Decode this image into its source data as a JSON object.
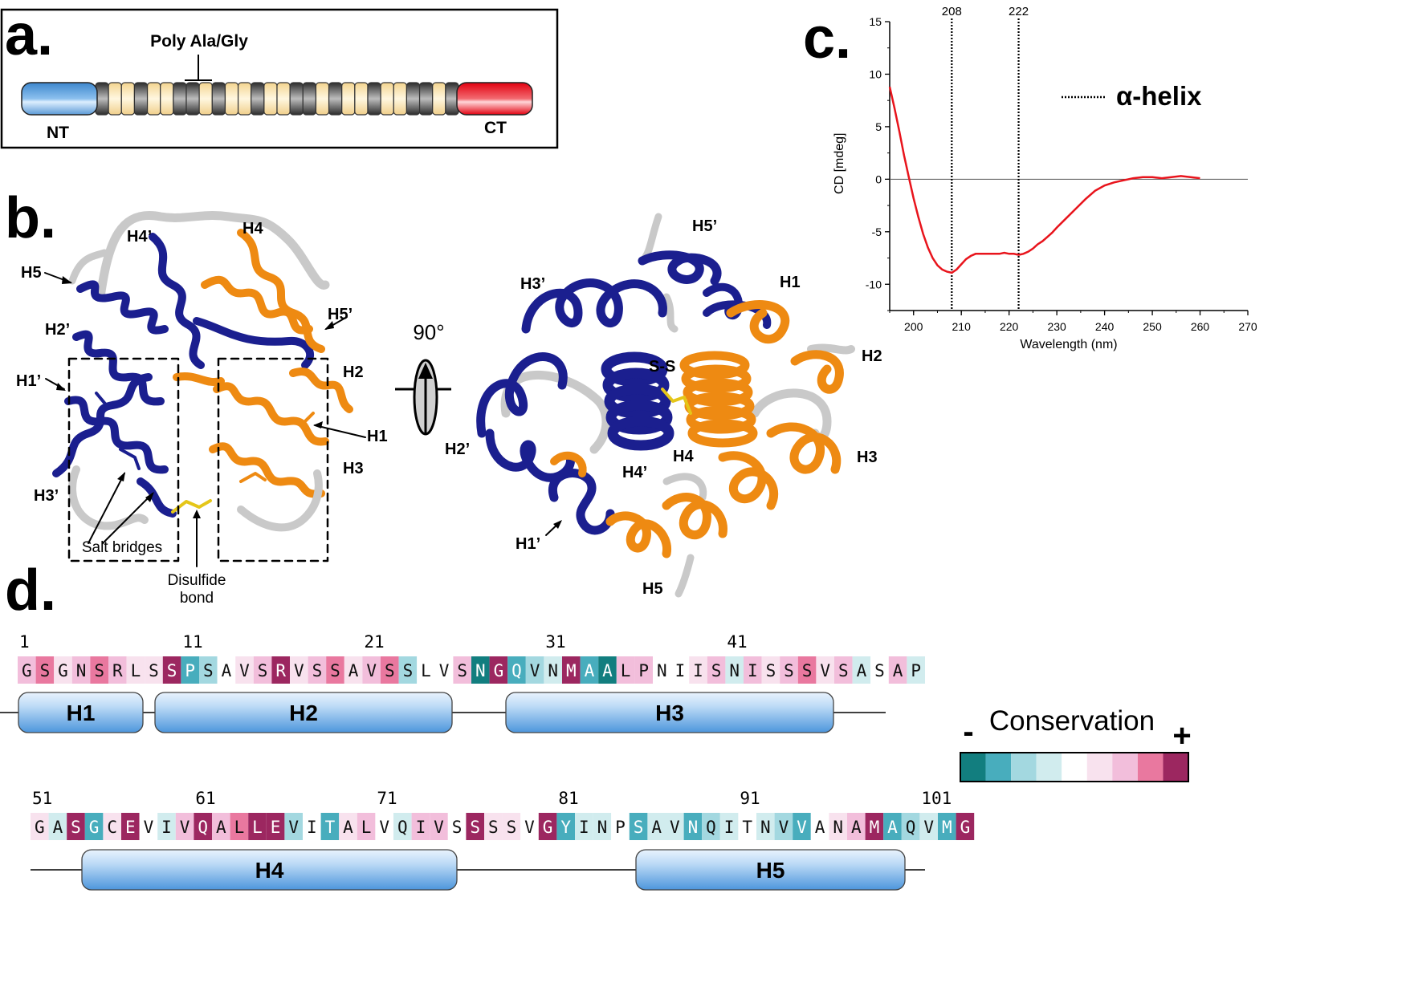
{
  "panels": {
    "a": "a.",
    "b": "b.",
    "c": "c.",
    "d": "d."
  },
  "panel_a": {
    "poly_label": "Poly Ala/Gly",
    "nt_label": "NT",
    "ct_label": "CT",
    "colors": {
      "nt": "#4a90d0",
      "ct": "#e3000f",
      "repeat_light": "#f5dba0",
      "repeat_dark": "#3a3a3a"
    }
  },
  "panel_b": {
    "left_labels": [
      "H4’",
      "H4",
      "H5",
      "H2’",
      "H5’",
      "H1’",
      "H2",
      "H1",
      "H3",
      "H3’"
    ],
    "salt_bridges": "Salt bridges",
    "disulfide_line1": "Disulfide",
    "disulfide_line2": "bond",
    "rotation": "90°",
    "right_labels": [
      "H5’",
      "H3’",
      "H1",
      "S-S",
      "H2",
      "H2’",
      "H4’",
      "H4",
      "H3",
      "H1’",
      "H5"
    ],
    "colors": {
      "chain_a": "#1b1f8f",
      "chain_b": "#ee8a12",
      "loop": "#cccccc"
    }
  },
  "chart_data": {
    "type": "line",
    "xlabel": "Wavelength (nm)",
    "ylabel": "CD [mdeg]",
    "xlim": [
      195,
      270
    ],
    "ylim": [
      -12.5,
      15
    ],
    "xticks": [
      200,
      210,
      220,
      230,
      240,
      250,
      260,
      270
    ],
    "yticks": [
      15,
      10,
      5,
      0,
      -5,
      -10
    ],
    "vlines": [
      {
        "x": 208,
        "label": "208"
      },
      {
        "x": 222,
        "label": "222"
      }
    ],
    "legend": "α-helix",
    "series": [
      {
        "color": "#e8141c",
        "x": [
          195,
          196,
          197,
          198,
          199,
          200,
          201,
          202,
          203,
          204,
          205,
          206,
          207,
          208,
          209,
          210,
          211,
          212,
          213,
          214,
          215,
          216,
          217,
          218,
          219,
          220,
          221,
          222,
          223,
          224,
          225,
          226,
          227,
          228,
          229,
          230,
          232,
          234,
          236,
          238,
          240,
          242,
          244,
          246,
          248,
          250,
          252,
          254,
          256,
          258,
          260
        ],
        "y": [
          8.8,
          6.8,
          4.6,
          2.3,
          0.2,
          -1.8,
          -3.6,
          -5.2,
          -6.5,
          -7.5,
          -8.2,
          -8.6,
          -8.8,
          -8.9,
          -8.6,
          -8.1,
          -7.6,
          -7.3,
          -7.1,
          -7.1,
          -7.1,
          -7.1,
          -7.1,
          -7.1,
          -7.0,
          -7.1,
          -7.1,
          -7.2,
          -7.1,
          -6.9,
          -6.6,
          -6.2,
          -5.9,
          -5.5,
          -5.1,
          -4.6,
          -3.7,
          -2.8,
          -1.9,
          -1.1,
          -0.6,
          -0.3,
          -0.1,
          0.1,
          0.2,
          0.2,
          0.1,
          0.2,
          0.3,
          0.2,
          0.1
        ]
      }
    ]
  },
  "panel_d": {
    "row1": {
      "numbers": [
        "1",
        "11",
        "21",
        "31",
        "41"
      ],
      "sequence": [
        "G",
        "S",
        "G",
        "N",
        "S",
        "R",
        "L",
        "S",
        "S",
        "P",
        "S",
        "A",
        "V",
        "S",
        "R",
        "V",
        "S",
        "S",
        "A",
        "V",
        "S",
        "S",
        "L",
        "V",
        "S",
        "N",
        "G",
        "Q",
        "V",
        "N",
        "M",
        "A",
        "A",
        "L",
        "P",
        "N",
        "I",
        "I",
        "S",
        "N",
        "I",
        "S",
        "S",
        "S",
        "V",
        "S",
        "A",
        "S",
        "A",
        "P"
      ],
      "conservation": [
        6,
        7,
        5,
        6,
        7,
        6,
        5,
        5,
        8,
        1,
        2,
        4,
        5,
        6,
        8,
        5,
        6,
        7,
        5,
        6,
        7,
        2,
        4,
        4,
        6,
        0,
        8,
        1,
        2,
        3,
        8,
        1,
        0,
        6,
        6,
        4,
        4,
        5,
        6,
        3,
        6,
        5,
        6,
        7,
        5,
        6,
        3,
        4,
        6,
        3
      ],
      "helices": [
        "H1",
        "H2",
        "H3"
      ]
    },
    "row2": {
      "numbers": [
        "51",
        "61",
        "71",
        "81",
        "91",
        "101"
      ],
      "sequence": [
        "G",
        "A",
        "S",
        "G",
        "C",
        "E",
        "V",
        "I",
        "V",
        "Q",
        "A",
        "L",
        "L",
        "E",
        "V",
        "I",
        "T",
        "A",
        "L",
        "V",
        "Q",
        "I",
        "V",
        "S",
        "S",
        "S",
        "S",
        "V",
        "G",
        "Y",
        "I",
        "N",
        "P",
        "S",
        "A",
        "V",
        "N",
        "Q",
        "I",
        "T",
        "N",
        "V",
        "V",
        "A",
        "N",
        "A",
        "M",
        "A",
        "Q",
        "V",
        "M",
        "G"
      ],
      "conservation": [
        5,
        3,
        8,
        1,
        5,
        8,
        4,
        3,
        6,
        8,
        6,
        7,
        8,
        8,
        2,
        4,
        1,
        5,
        6,
        4,
        3,
        6,
        6,
        4,
        8,
        5,
        5,
        4,
        8,
        1,
        3,
        3,
        4,
        1,
        3,
        3,
        1,
        2,
        3,
        4,
        3,
        2,
        1,
        4,
        5,
        6,
        8,
        1,
        2,
        3,
        1,
        8
      ],
      "helices": [
        "H4",
        "H5"
      ]
    },
    "conservation_title": "Conservation",
    "minus": "-",
    "plus": "+",
    "scale_colors": [
      "#127e7f",
      "#48adbd",
      "#a3d8e0",
      "#d1ecee",
      "#ffffff",
      "#f8e2ee",
      "#f2bedb",
      "#e9789f",
      "#9c2760"
    ]
  }
}
